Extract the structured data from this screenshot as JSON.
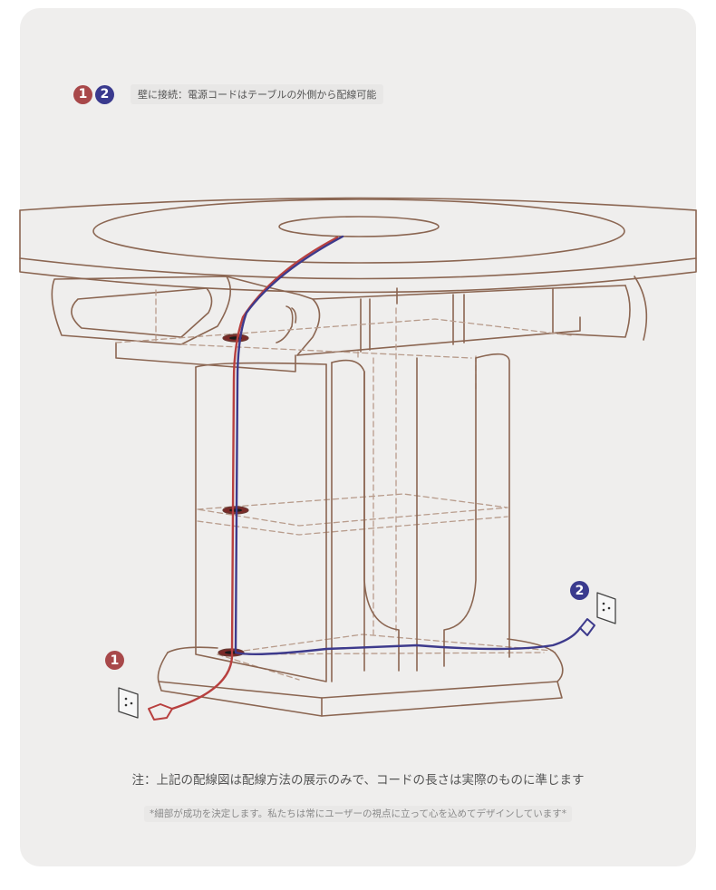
{
  "colors": {
    "card_bg": "#efeeed",
    "line": "#8b6652",
    "dash": "#b89c8c",
    "cord_1": "#b8403f",
    "cord_2": "#3d3a8c",
    "badge_1": "#a8484a",
    "badge_2": "#3a3a8e"
  },
  "legend": {
    "badge_1": "1",
    "badge_2": "2",
    "text": "壁に接続：電源コードはテーブルの外側から配線可能"
  },
  "markers": {
    "outlet_1_badge": "1",
    "outlet_2_badge": "2"
  },
  "note": "注：上記の配線図は配線方法の展示のみで、コードの長さは実際のものに準じます",
  "footnote": "*細部が成功を決定します。私たちは常にユーザーの視点に立って心を込めてデザインしています*"
}
